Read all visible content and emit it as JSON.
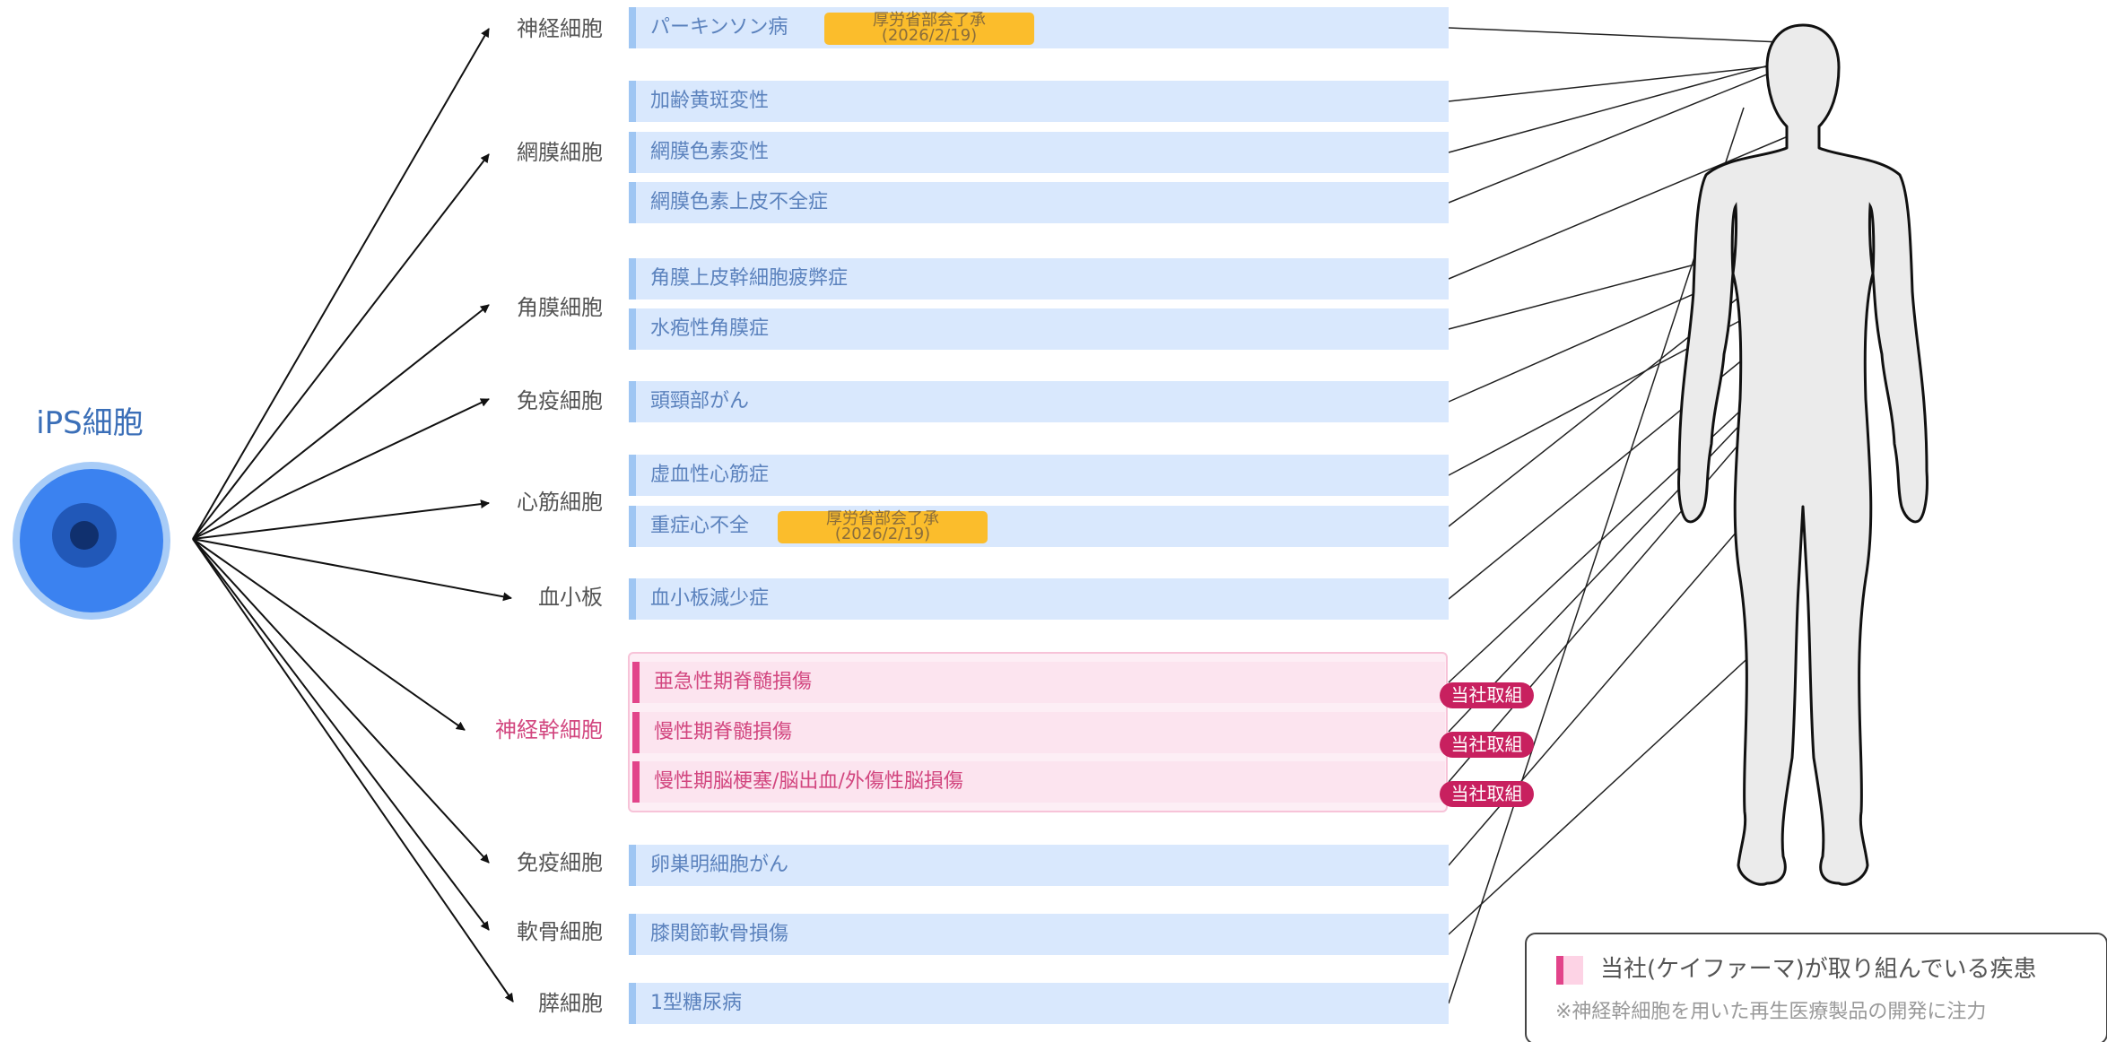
{
  "source": {
    "title": "iPS細胞",
    "icon": "ips-cell-icon"
  },
  "cell_types": [
    {
      "label": "神経細胞",
      "highlighted": false
    },
    {
      "label": "網膜細胞",
      "highlighted": false
    },
    {
      "label": "角膜細胞",
      "highlighted": false
    },
    {
      "label": "免疫細胞",
      "highlighted": false
    },
    {
      "label": "心筋細胞",
      "highlighted": false
    },
    {
      "label": "血小板",
      "highlighted": false
    },
    {
      "label": "神経幹細胞",
      "highlighted": true
    },
    {
      "label": "免疫細胞",
      "highlighted": false
    },
    {
      "label": "軟骨細胞",
      "highlighted": false
    },
    {
      "label": "膵細胞",
      "highlighted": false
    }
  ],
  "diseases": [
    {
      "label": "パーキンソン病",
      "approval": [
        "厚労省部会了承",
        "(2026/2/19)"
      ]
    },
    {
      "label": "加齢黄斑変性"
    },
    {
      "label": "網膜色素変性"
    },
    {
      "label": "網膜色素上皮不全症"
    },
    {
      "label": "角膜上皮幹細胞疲弊症"
    },
    {
      "label": "水疱性角膜症"
    },
    {
      "label": "頭頸部がん"
    },
    {
      "label": "虚血性心筋症"
    },
    {
      "label": "重症心不全",
      "approval": [
        "厚労省部会了承",
        "(2026/2/19)"
      ]
    },
    {
      "label": "血小板減少症"
    },
    {
      "label": "亜急性期脊髄損傷",
      "badge": "当社取組"
    },
    {
      "label": "慢性期脊髄損傷",
      "badge": "当社取組"
    },
    {
      "label": "慢性期脳梗塞/脳出血/外傷性脳損傷",
      "badge": "当社取組"
    },
    {
      "label": "卵巣明細胞がん"
    },
    {
      "label": "膝関節軟骨損傷"
    },
    {
      "label": "1型糖尿病"
    }
  ],
  "legend": {
    "text": "当社(ケイファーマ)が取り組んでいる疾患",
    "note": "※神経幹細胞を用いた再生医療製品の開発に注力"
  },
  "figure": {
    "icon": "human-body-icon"
  },
  "colors": {
    "disease_bar": "#d9e8fd",
    "disease_accent": "#9fc6f3",
    "company_bar": "#fce4ef",
    "company_accent": "#e2448a",
    "badge": "#c8205f",
    "approval": "#fbbd2c",
    "ips_cell": "#3b82f0"
  }
}
